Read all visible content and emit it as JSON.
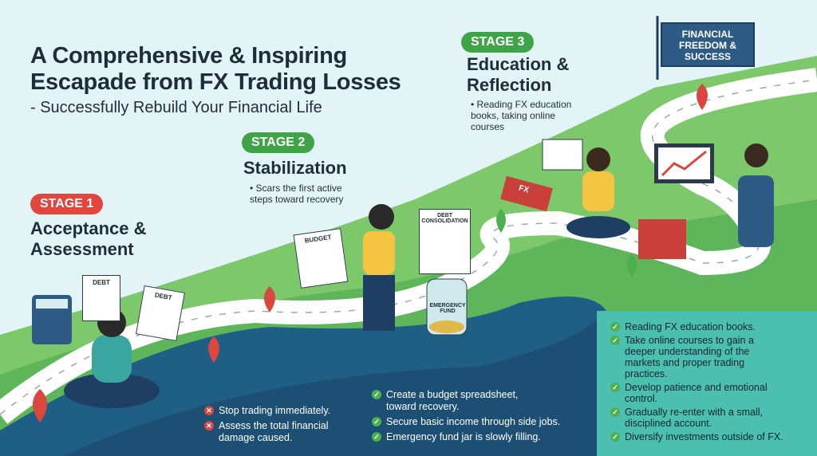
{
  "title_line1": "A Comprehensive & Inspiring",
  "title_line2": "Escapade from FX Trading Losses",
  "subtitle": "- Successfully Rebuild Your Financial Life",
  "colors": {
    "stage1": "#e0463c",
    "stage2": "#3fa447",
    "stage3": "#3fa447",
    "dark": "#1f4f73",
    "teal": "#4bbfb0"
  },
  "goal_flag": "FINANCIAL FREEDOM & SUCCESS",
  "stage1": {
    "badge": "STAGE 1",
    "heading": "Acceptance & Assessment",
    "bullets": [
      "Stop trading immediately.",
      "Assess the total financial damage caused."
    ],
    "props": {
      "debt1": "DEBT",
      "debt2": "DEBT"
    }
  },
  "stage2": {
    "badge": "STAGE 2",
    "heading": "Stabilization",
    "note": "Scars the first active steps toward recovery",
    "bullets": [
      "Create a budget spreadsheet, toward recovery.",
      "Secure basic income through side jobs.",
      "Emergency fund jar is slowly filling."
    ],
    "props": {
      "budget": "BUDGET",
      "clipboard": "DEBT CONSOLIDATION",
      "jar": "EMERGENCY FUND"
    }
  },
  "stage3": {
    "badge": "STAGE 3",
    "heading": "Education & Reflection",
    "note": "Reading FX education books, taking online courses",
    "bullets": [
      "Reading FX education books.",
      "Take online courses to gain a deeper understanding of the markets and proper trading practices.",
      "Develop patience and emotional control.",
      "Gradually re-enter with a small, disciplined account.",
      "Diversify investments outside of FX."
    ],
    "props": {
      "book": "FX"
    }
  }
}
